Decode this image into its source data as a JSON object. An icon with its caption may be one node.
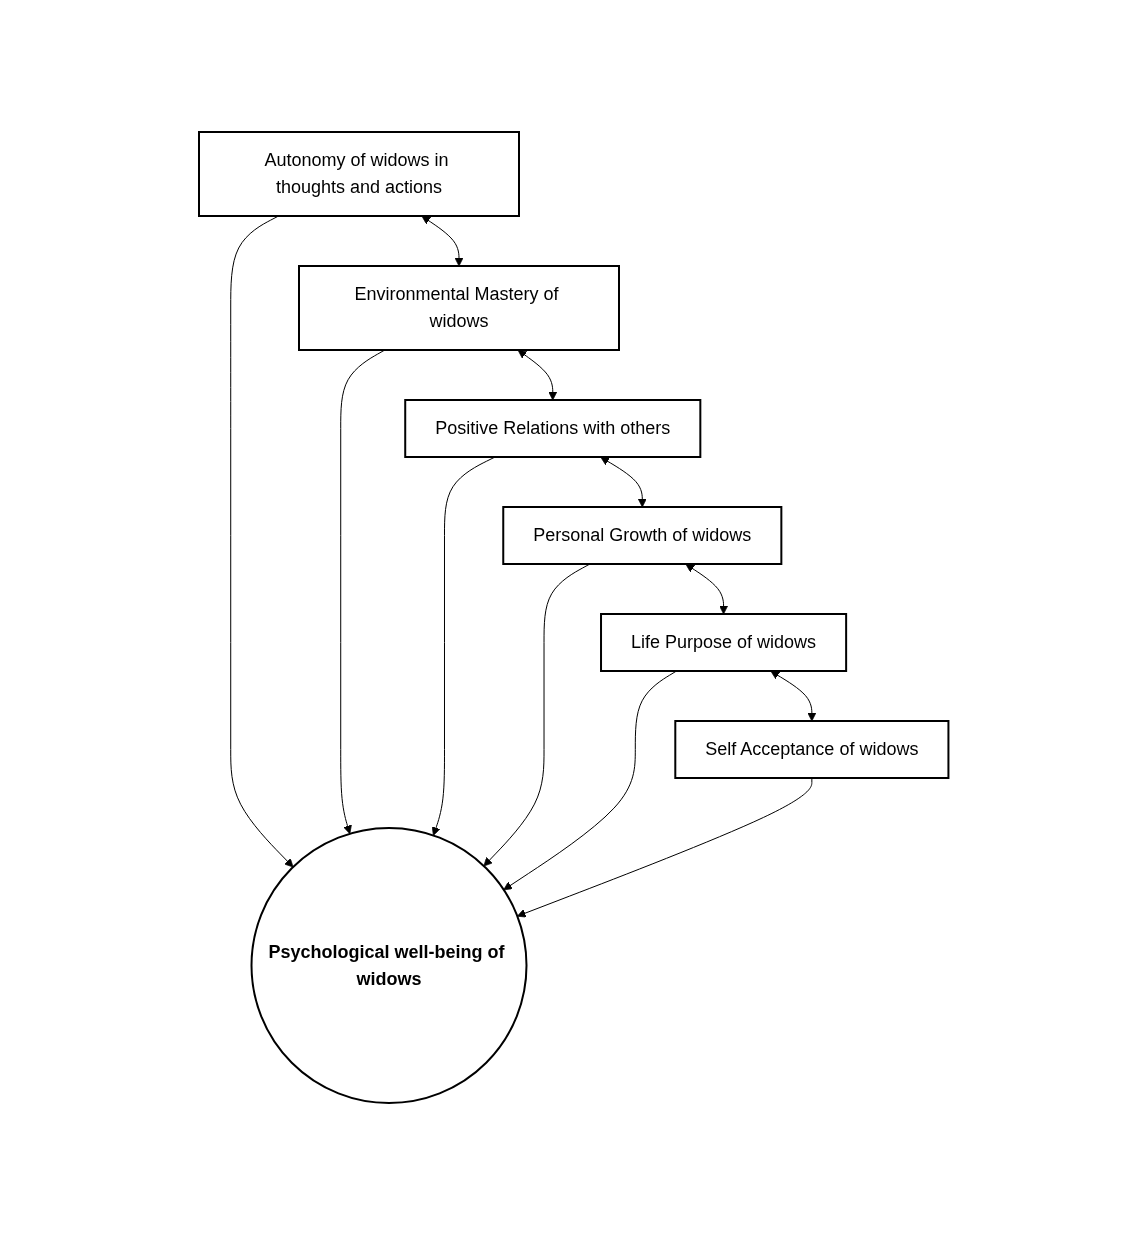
{
  "diagram": {
    "nodes": [
      {
        "text": [
          "Autonomy of widows in thoughts and actions"
        ]
      },
      {
        "text": [
          "Environmental Mastery of widows"
        ]
      },
      {
        "text": [
          "Positive Relations with others"
        ]
      },
      {
        "text": [
          "Personal Growth of widows"
        ]
      },
      {
        "text": [
          "Life Purpose of widows"
        ]
      },
      {
        "text": [
          "Self Acceptance of widows"
        ]
      },
      {
        "text": [
          "Psychological well-being of widows"
        ]
      }
    ],
    "edges": [
      {
        "from": 0,
        "to": 1,
        "arrow": "both"
      },
      {
        "from": 1,
        "to": 2,
        "arrow": "both"
      },
      {
        "from": 2,
        "to": 3,
        "arrow": "both"
      },
      {
        "from": 3,
        "to": 4,
        "arrow": "both"
      },
      {
        "from": 4,
        "to": 5,
        "arrow": "both"
      },
      {
        "from": 0,
        "to": 6,
        "arrow": "to"
      },
      {
        "from": 1,
        "to": 6,
        "arrow": "to"
      },
      {
        "from": 2,
        "to": 6,
        "arrow": "to"
      },
      {
        "from": 3,
        "to": 6,
        "arrow": "to"
      },
      {
        "from": 4,
        "to": 6,
        "arrow": "to"
      },
      {
        "from": 5,
        "to": 6,
        "arrow": "to"
      }
    ]
  }
}
